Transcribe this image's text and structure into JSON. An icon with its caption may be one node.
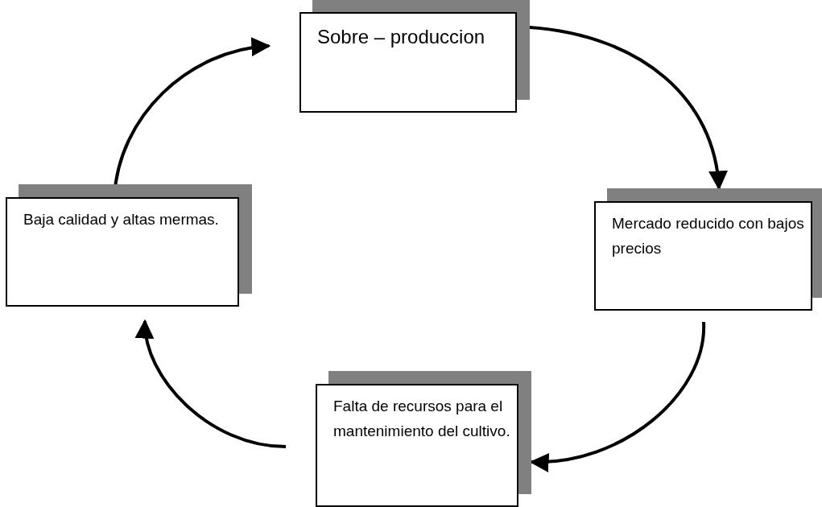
{
  "diagram": {
    "nodes": [
      {
        "text": [
          "Sobre – produccion"
        ]
      },
      {
        "text": [
          "Mercado reducido con bajos precios"
        ]
      },
      {
        "text": [
          "Falta de recursos para el mantenimiento del cultivo."
        ]
      },
      {
        "text": [
          "Baja calidad y altas mermas."
        ]
      }
    ],
    "edges": [
      {
        "from": 0,
        "to": 1,
        "arrow": "to"
      },
      {
        "from": 1,
        "to": 2,
        "arrow": "to"
      },
      {
        "from": 2,
        "to": 3,
        "arrow": "to"
      },
      {
        "from": 3,
        "to": 0,
        "arrow": "to"
      }
    ]
  }
}
